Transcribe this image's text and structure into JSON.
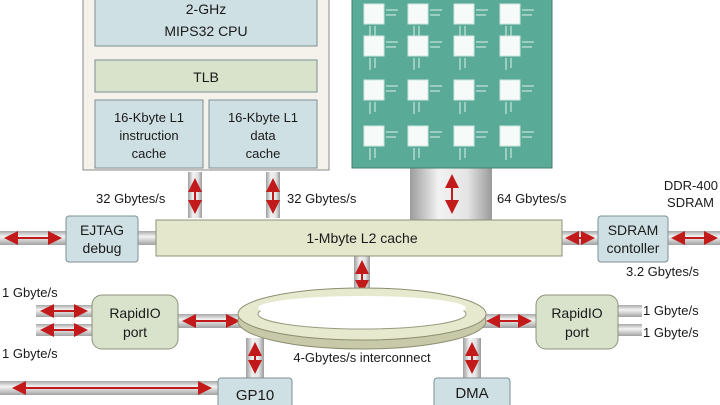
{
  "cpu": {
    "line1": "2-GHz",
    "line2": "MIPS32 CPU"
  },
  "tlb": "TLB",
  "l1_instruction": {
    "line1": "16-Kbyte L1",
    "line2": "instruction",
    "line3": "cache"
  },
  "l1_data": {
    "line1": "16-Kbyte L1",
    "line2": "data",
    "line3": "cache"
  },
  "bandwidth": {
    "cpu_to_l2_left": "32 Gbytes/s",
    "cpu_to_l2_right": "32 Gbytes/s",
    "accel_to_l2": "64 Gbytes/s",
    "sdram": "3.2 Gbytes/s",
    "rapidio_left_top": "1 Gbyte/s",
    "rapidio_left_bottom": "1 Gbyte/s",
    "rapidio_right_top": "1 Gbyte/s",
    "rapidio_right_bottom": "1 Gbyte/s"
  },
  "ejtag": {
    "line1": "EJTAG",
    "line2": "debug"
  },
  "l2_cache": "1-Mbyte L2 cache",
  "sdram_controller": {
    "line1": "SDRAM",
    "line2": "contoller"
  },
  "ddr": {
    "line1": "DDR-400",
    "line2": "SDRAM"
  },
  "rapidio_left": {
    "line1": "RapidIO",
    "line2": "port"
  },
  "rapidio_right": {
    "line1": "RapidIO",
    "line2": "port"
  },
  "interconnect": "4-Gbytes/s interconnect",
  "gpio": "GP10",
  "dma": "DMA",
  "colors": {
    "chip_panel": "#f4f2ea",
    "block_fill": "#cfe0e5",
    "tlb_fill": "#d9e3cc",
    "accelerator": "#5aaa98",
    "arrow": "#c21a1a"
  }
}
